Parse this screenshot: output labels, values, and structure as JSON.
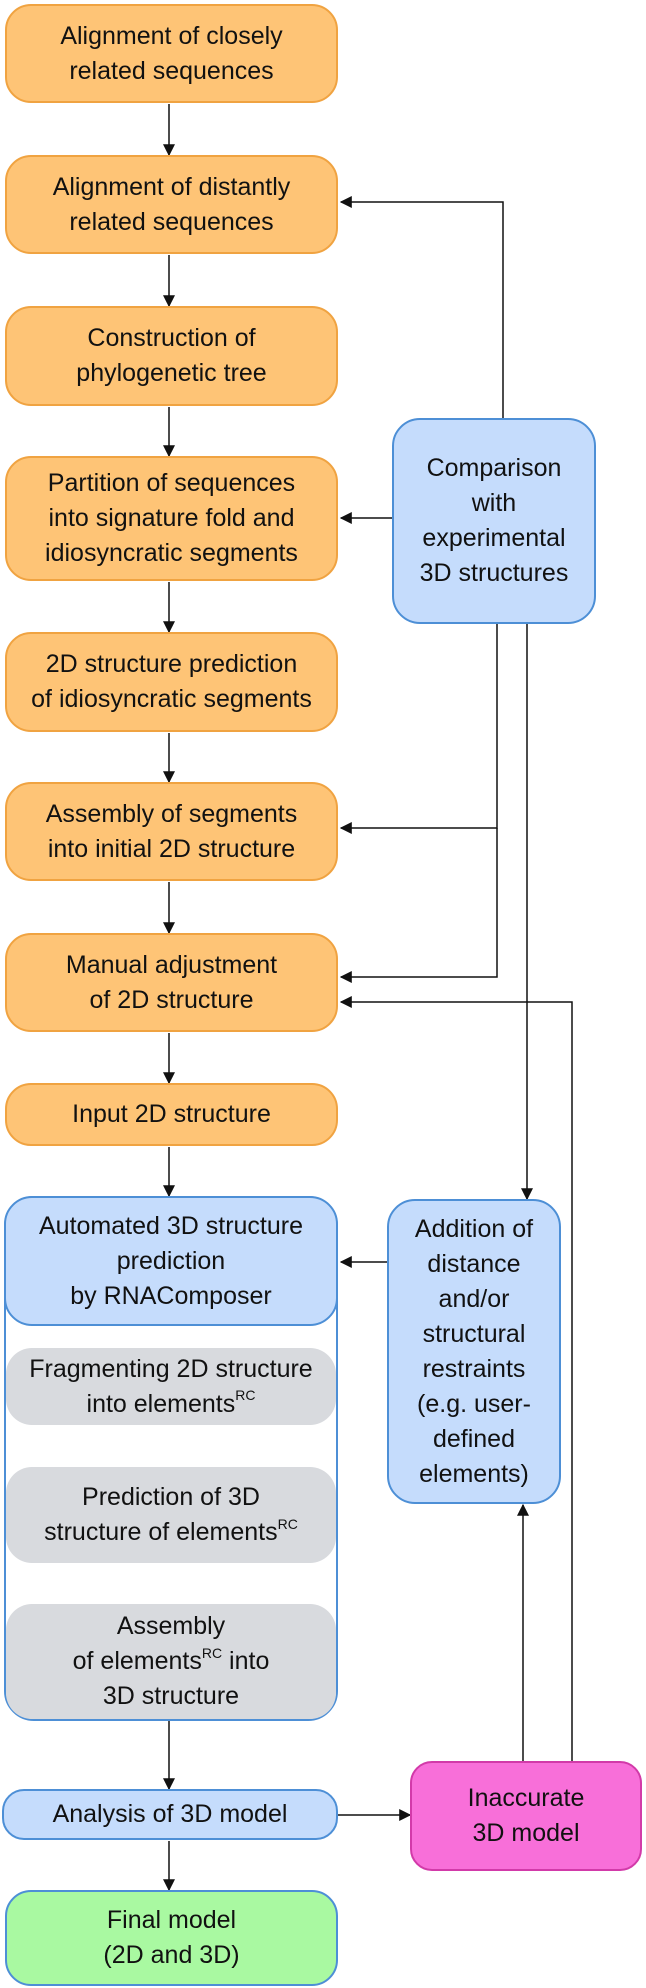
{
  "steps": {
    "align_close": [
      "Alignment of closely",
      "related sequences"
    ],
    "align_distant": [
      "Alignment of distantly",
      "related sequences"
    ],
    "phylo": [
      "Construction of",
      "phylogenetic tree"
    ],
    "partition": [
      "Partition of sequences",
      "into signature fold and",
      "idiosyncratic segments"
    ],
    "pred2d": [
      "2D structure prediction",
      "of idiosyncratic segments"
    ],
    "assembly_segments": [
      "Assembly of segments",
      "into initial 2D structure"
    ],
    "manual": [
      "Manual adjustment",
      "of 2D structure"
    ],
    "input2d": "Input 2D structure",
    "auto3d": [
      "Automated 3D structure",
      "prediction",
      "by RNAComposer"
    ],
    "fragmenting": {
      "line1": "Fragmenting 2D structure",
      "line2": "into elements",
      "sup": "RC"
    },
    "prediction3d": {
      "line1": "Prediction of 3D",
      "line2": "structure of elements",
      "sup": "RC"
    },
    "assembly_elements": {
      "line1": "Assembly",
      "line2a": "of elements",
      "sup": "RC",
      "line2b": " into",
      "line3": "3D structure"
    },
    "analysis": "Analysis of 3D model",
    "final": [
      "Final model",
      "(2D and 3D)"
    ],
    "comparison": [
      "Comparison",
      "with",
      "experimental",
      "3D structures"
    ],
    "restraints": [
      "Addition of",
      "distance",
      "and/or",
      "structural",
      "restraints",
      "(e.g. user-",
      "defined",
      "elements)"
    ],
    "inaccurate": [
      "Inaccurate",
      "3D model"
    ]
  },
  "colors": {
    "orange_fill": "#fec476",
    "blue_fill": "#c5dcfc",
    "gray_fill": "#d8dade",
    "pink_fill": "#f86fd9",
    "green_fill": "#a9f9a1",
    "arrow": "#111111",
    "faint_arrow": "#c8d3cd"
  }
}
